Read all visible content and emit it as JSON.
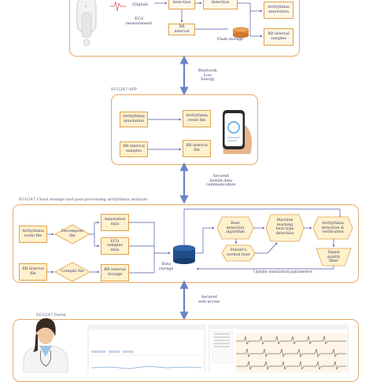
{
  "top_panel": {
    "digital_label": "(Digital)",
    "detection_label_1": "detection",
    "detection_label_2": "detection",
    "ecg_measurement": "ECG\nmeasurement",
    "arrhythmia_annotation": "Arrhythmia\nannotation",
    "rr_interval": "RR\ninterval",
    "flash_storage": "Flash storage",
    "rr_interval_samples": "RR interval\nsamples"
  },
  "link_1": {
    "label": "Bluetooth\nLow\nEnergy"
  },
  "app_panel": {
    "title": "ECG247 APP",
    "arrhythmia_annotation": "Arrhythmia\nannotation",
    "arrhythmia_event_file": "Arrhythmia\nevent file",
    "rr_interval_samples": "RR interval\nsamples",
    "rr_interval_file": "RR interval\nfile"
  },
  "link_2": {
    "label": "Secured\nmobile data\ncommunication"
  },
  "cloud_panel": {
    "title": "ECG247 Cloud storage and post-processing arrhythmia analyser",
    "arrhythmia_event_file": "Arrhythmia\nevent file",
    "decompose_file": "Decompose\nfile",
    "annotation_data": "Annotation\ndata",
    "ecg_samples_data": "ECG samples\ndata",
    "rr_interval_file": "RR interval\nfile",
    "compile_file": "Compile file",
    "rr_interval_storage": "RR interval\nstorage",
    "data_storage": "Data\nstorage",
    "beat_detection": "Beat\ndetection\nalgorithm",
    "patients_normal_beat": "Patient's\nnormal beat",
    "machine_learning": "Machine\nlearning\nbeat type\ndetection",
    "arrhythmia_detection": "Arrhythmia\ndetection &\nverification",
    "signal_quality": "Signal\nquality\nfilter",
    "update_params": "Update annotation parameters"
  },
  "link_3": {
    "label": "Secured\nweb-access"
  },
  "portal_panel": {
    "title": "ECG247 Portal"
  },
  "colors": {
    "panel_border": "#e8a868",
    "arrow": "#4a5aa8",
    "box_fill": "#fff7e6",
    "box_border": "#e3a04a",
    "storage": "#1f4e8c"
  }
}
